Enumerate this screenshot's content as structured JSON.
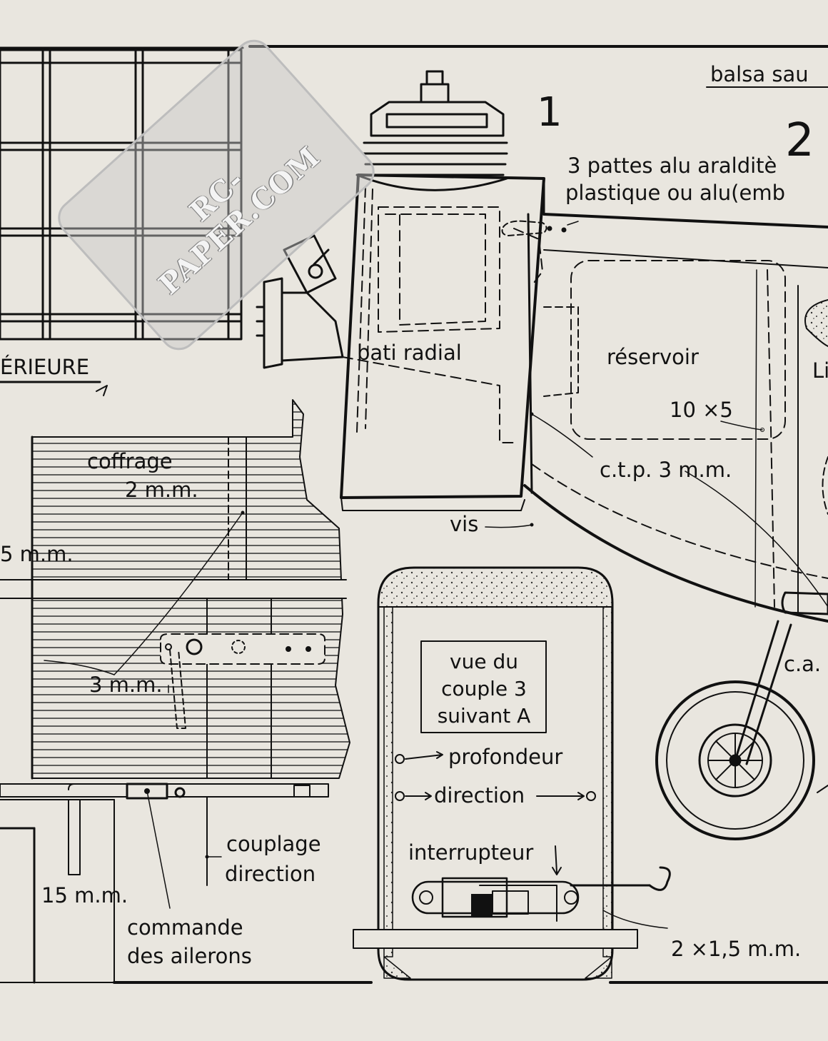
{
  "header": {
    "top_right_label": "balsa sau"
  },
  "figure_numbers": {
    "one": "1",
    "two": "2"
  },
  "watermark": {
    "text": "RC-PAPER.COM"
  },
  "section_label": "ÉRIEURE",
  "labels": {
    "pattes_line1": "3 pattes alu aralditè",
    "pattes_line2": "plastique ou alu(emb",
    "bati_radial": "bati radial",
    "reservoir": "réservoir",
    "dimension_10x5": "10 ×5",
    "ctp": "c.t.p. 3 m.m.",
    "vis": "vis",
    "coffrage": "coffrage",
    "coffrage_thickness": "2 m.m.",
    "five_mm": "5 m.m.",
    "three_mm": "3 m.m.",
    "fifteen_mm": "15 m.m.",
    "couplage": "couplage",
    "direction_word": "direction",
    "commande": "commande",
    "ailerons": "des ailerons",
    "ca": "c.a.",
    "li": "Li",
    "profondeur": "profondeur",
    "direction_arrow": "direction",
    "interrupteur": "interrupteur",
    "wire_dim": "2 ×1,5 m.m."
  },
  "view_box": {
    "line1": "vue du",
    "line2": "couple 3",
    "line3": "suivant A"
  }
}
